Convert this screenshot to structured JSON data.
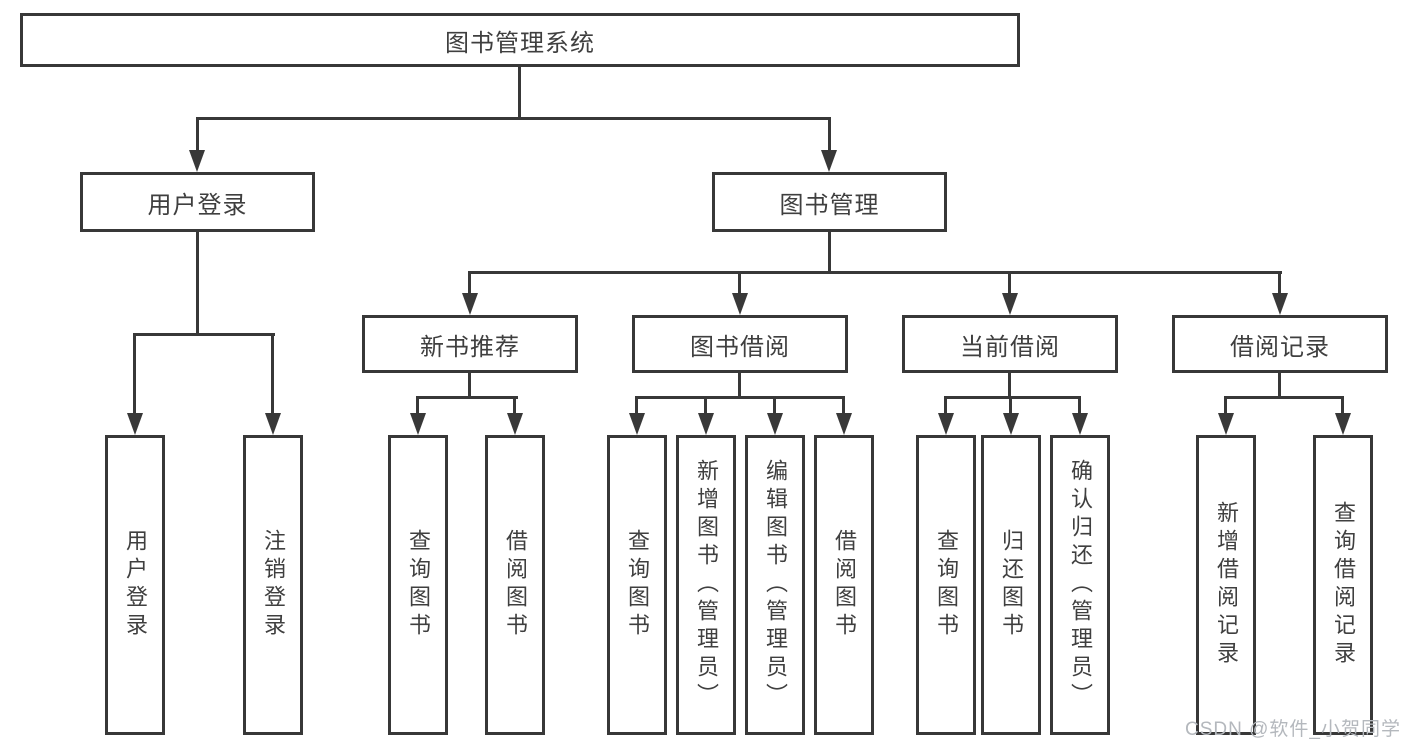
{
  "tree": {
    "root": {
      "label": "图书管理系统",
      "children": [
        {
          "label": "用户登录",
          "children": [
            {
              "label": "用户登录"
            },
            {
              "label": "注销登录"
            }
          ]
        },
        {
          "label": "图书管理",
          "children": [
            {
              "label": "新书推荐",
              "children": [
                {
                  "label": "查询图书"
                },
                {
                  "label": "借阅图书"
                }
              ]
            },
            {
              "label": "图书借阅",
              "children": [
                {
                  "label": "查询图书"
                },
                {
                  "label": "新增图书（管理员）"
                },
                {
                  "label": "编辑图书（管理员）"
                },
                {
                  "label": "借阅图书"
                }
              ]
            },
            {
              "label": "当前借阅",
              "children": [
                {
                  "label": "查询图书"
                },
                {
                  "label": "归还图书"
                },
                {
                  "label": "确认归还（管理员）"
                }
              ]
            },
            {
              "label": "借阅记录",
              "children": [
                {
                  "label": "新增借阅记录"
                },
                {
                  "label": "查询借阅记录"
                }
              ]
            }
          ]
        }
      ]
    }
  },
  "watermark": {
    "text": "CSDN @软件_小贺同学"
  },
  "colors": {
    "line": "#383838",
    "text": "#3f3f3f",
    "watermark": "#b4b8bd"
  }
}
